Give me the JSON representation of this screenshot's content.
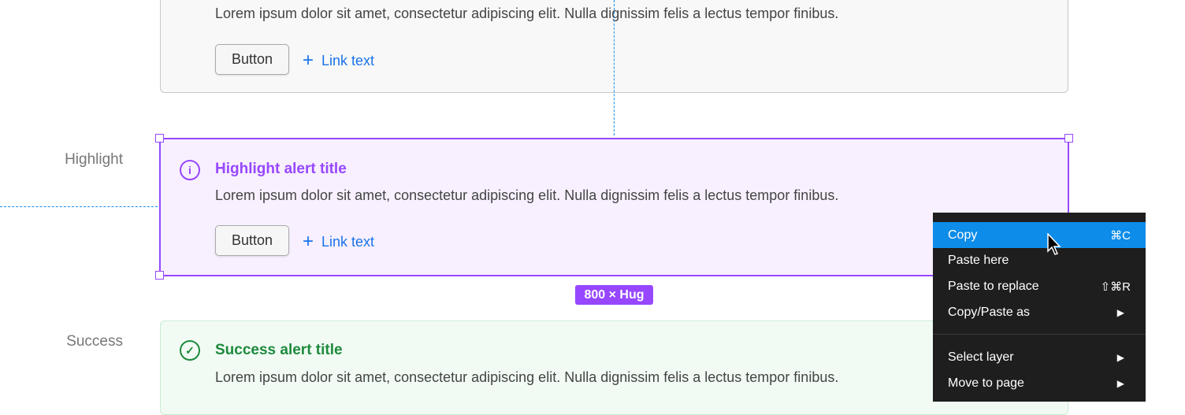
{
  "colors": {
    "highlight": "#9747ff",
    "success": "#1e8a3c",
    "link": "#1a73e8",
    "menu_active": "#0d8ce9",
    "guide": "#1a8cf0"
  },
  "top_card": {
    "body": "Lorem ipsum dolor sit amet, consectetur adipiscing elit. Nulla dignissim felis a lectus tempor finibus.",
    "button": "Button",
    "link": "Link text"
  },
  "highlight": {
    "row_label": "Highlight",
    "icon": "info-icon",
    "title": "Highlight alert title",
    "body": "Lorem ipsum dolor sit amet, consectetur adipiscing elit. Nulla dignissim felis a lectus tempor finibus.",
    "button": "Button",
    "link": "Link text",
    "size_badge": "800 × Hug"
  },
  "success": {
    "row_label": "Success",
    "icon": "check-circle-icon",
    "title": "Success alert title",
    "body": "Lorem ipsum dolor sit amet, consectetur adipiscing elit. Nulla dignissim felis a lectus tempor finibus."
  },
  "context_menu": {
    "items": [
      {
        "label": "Copy",
        "shortcut": "⌘C"
      },
      {
        "label": "Paste here"
      },
      {
        "label": "Paste to replace",
        "shortcut": "⇧⌘R"
      },
      {
        "label": "Copy/Paste as",
        "submenu": "▶"
      },
      {
        "label": "Select layer",
        "submenu": "▶"
      },
      {
        "label": "Move to page",
        "submenu": "▶"
      }
    ]
  }
}
